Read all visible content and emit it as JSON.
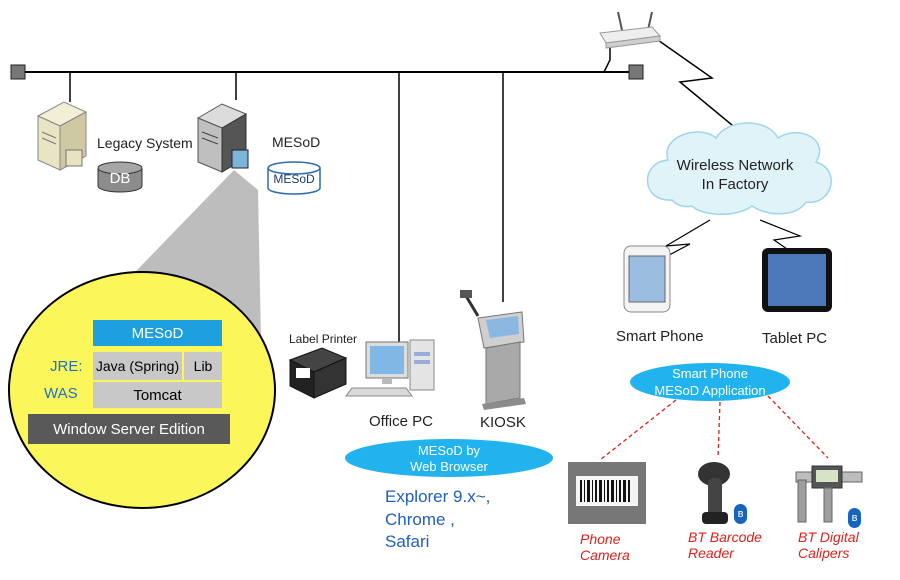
{
  "nodes": {
    "legacy_system": "Legacy System",
    "db": "DB",
    "mesod_server": "MESoD",
    "mesod_db": "MESoD",
    "wireless_network": [
      "Wireless Network",
      "In Factory"
    ],
    "smart_phone": "Smart Phone",
    "tablet_pc": "Tablet PC",
    "label_printer": "Label Printer",
    "office_pc": "Office PC",
    "kiosk": "KIOSK",
    "phone_camera": [
      "Phone",
      "Camera"
    ],
    "bt_barcode_reader": [
      "BT Barcode",
      "Reader"
    ],
    "bt_digital_calipers": [
      "BT Digital",
      "Calipers"
    ]
  },
  "software_stack": {
    "app": "MESoD",
    "jre_label": "JRE:",
    "java": "Java (Spring)",
    "lib": "Lib",
    "was_label": "WAS",
    "tomcat": "Tomcat",
    "os": "Window Server Edition"
  },
  "ellipses": {
    "web": [
      "MESoD by",
      "Web Browser"
    ],
    "mobile": [
      "Smart Phone",
      "MESoD Application"
    ]
  },
  "browsers": [
    "Explorer 9.x~,",
    "Chrome ,",
    "Safari"
  ],
  "bluetooth_symbol": "ʙ",
  "colors": {
    "stack_yellow": "#fbf75a",
    "stack_blue": "#1e9fe0",
    "stack_gray": "#c8c8c8",
    "os_dark": "#595959",
    "ellipse_cyan": "#20b3ee",
    "cloud_cyan": "#dff3f9",
    "device_red": "#e0201b",
    "browser_blue": "#1f5fbf",
    "callout_gray": "#bdbdbd"
  }
}
